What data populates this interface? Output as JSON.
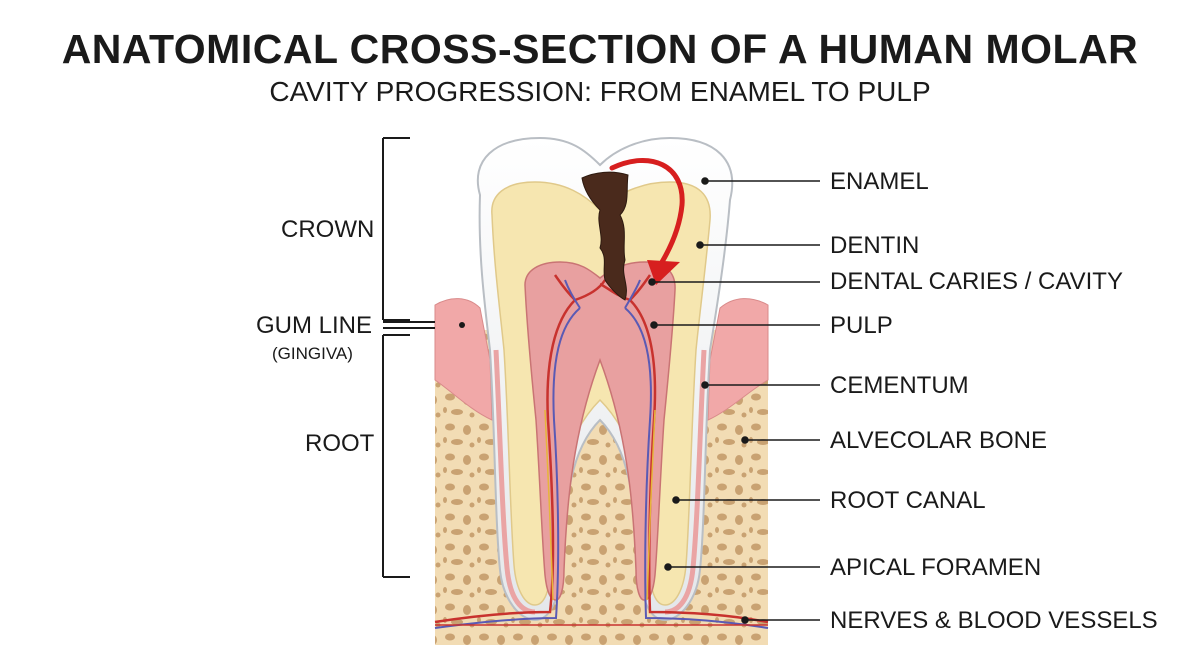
{
  "title": "ANATOMICAL CROSS-SECTION OF A HUMAN MOLAR",
  "subtitle": "CAVITY PROGRESSION: FROM ENAMEL TO PULP",
  "left_labels": {
    "crown": "CROWN",
    "gum_line": "GUM LINE",
    "gingiva": "(GINGIVA)",
    "root": "ROOT"
  },
  "right_labels": {
    "enamel": "ENAMEL",
    "dentin": "DENTIN",
    "caries": "DENTAL CARIES / CAVITY",
    "pulp": "PULP",
    "cementum": "CEMENTUM",
    "bone": "ALVECOLAR BONE",
    "root_canal": "ROOT CANAL",
    "apical_foramen": "APICAL FORAMEN",
    "nerves": "NERVES & BLOOD VESSELS"
  },
  "colors": {
    "enamel": "#eef0f2",
    "dentin": "#f6e6b0",
    "pulp": "#e8a0a0",
    "gum": "#f1a8a8",
    "bone": "#f2dcb4",
    "decay": "#4a2a1c",
    "arrow": "#d71f1f",
    "artery": "#c8322e",
    "vein": "#5a5ab4"
  }
}
